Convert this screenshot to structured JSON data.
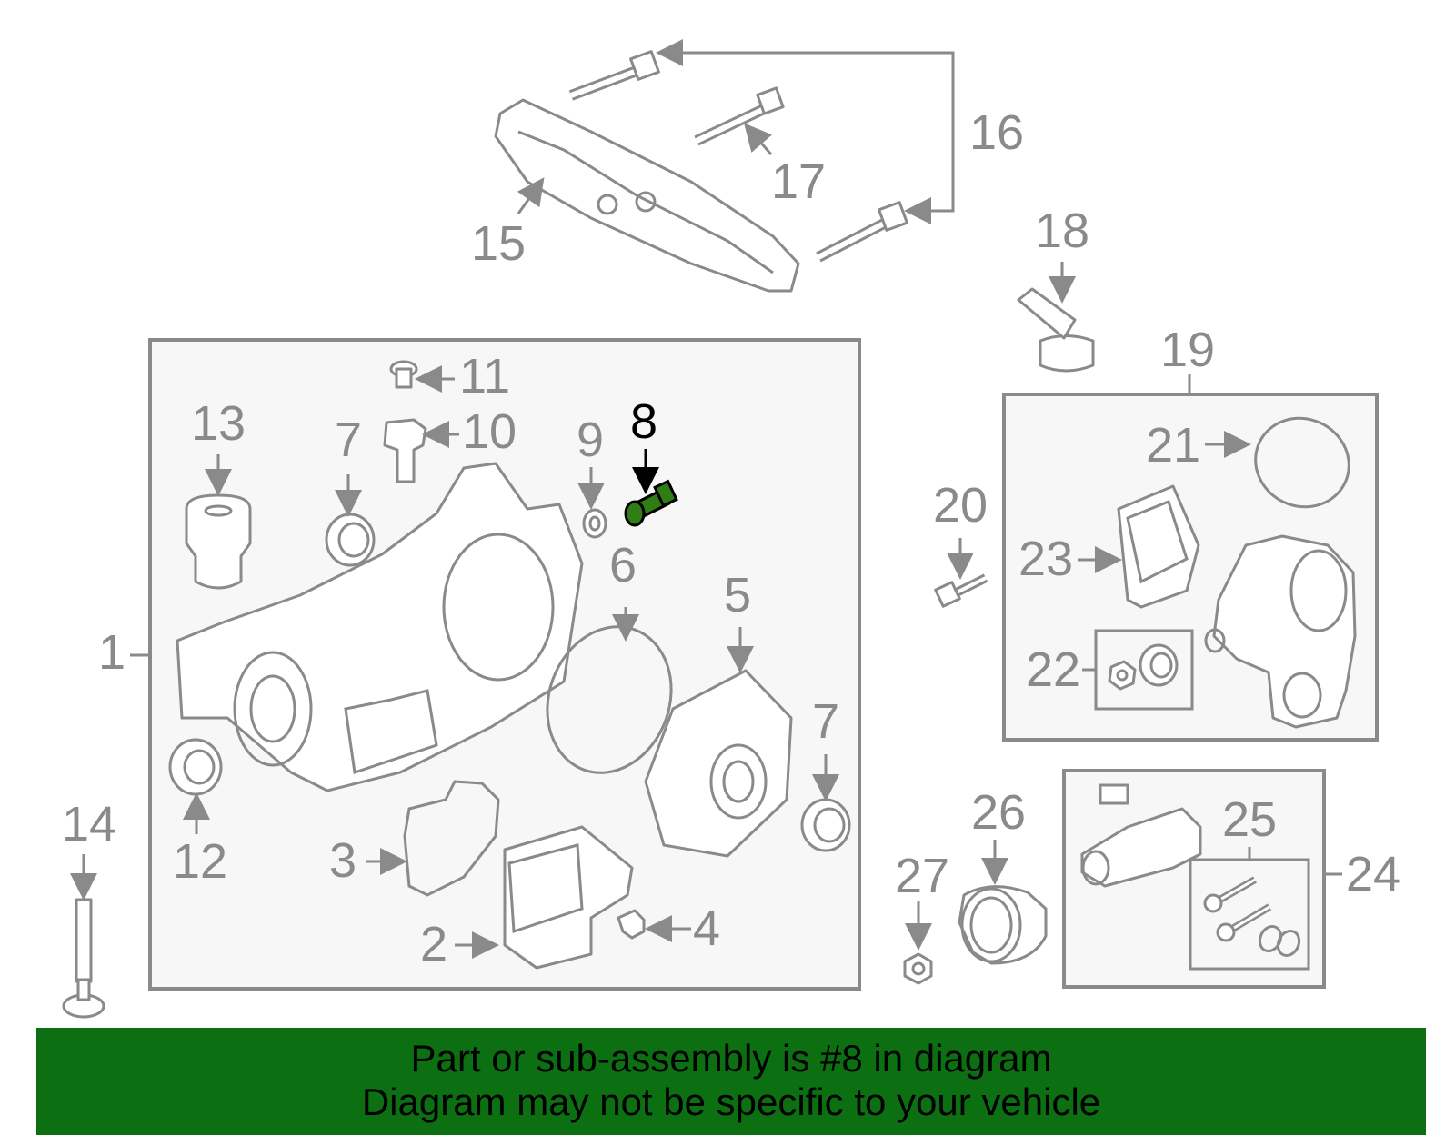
{
  "colors": {
    "line": "#8a8a8a",
    "highlight": "#2f7d14",
    "banner": "#0c6f11",
    "text": "#000000"
  },
  "highlighted_part": "8",
  "callouts": {
    "c1": "1",
    "c2": "2",
    "c3": "3",
    "c4": "4",
    "c5": "5",
    "c6": "6",
    "c7a": "7",
    "c7b": "7",
    "c8": "8",
    "c9": "9",
    "c10": "10",
    "c11": "11",
    "c12": "12",
    "c13": "13",
    "c14": "14",
    "c15": "15",
    "c16": "16",
    "c17": "17",
    "c18": "18",
    "c19": "19",
    "c20": "20",
    "c21": "21",
    "c22": "22",
    "c23": "23",
    "c24": "24",
    "c25": "25",
    "c26": "26",
    "c27": "27"
  },
  "banner": {
    "line1": "Part or sub-assembly is #8 in diagram",
    "line2": "Diagram may not be specific to your vehicle"
  }
}
